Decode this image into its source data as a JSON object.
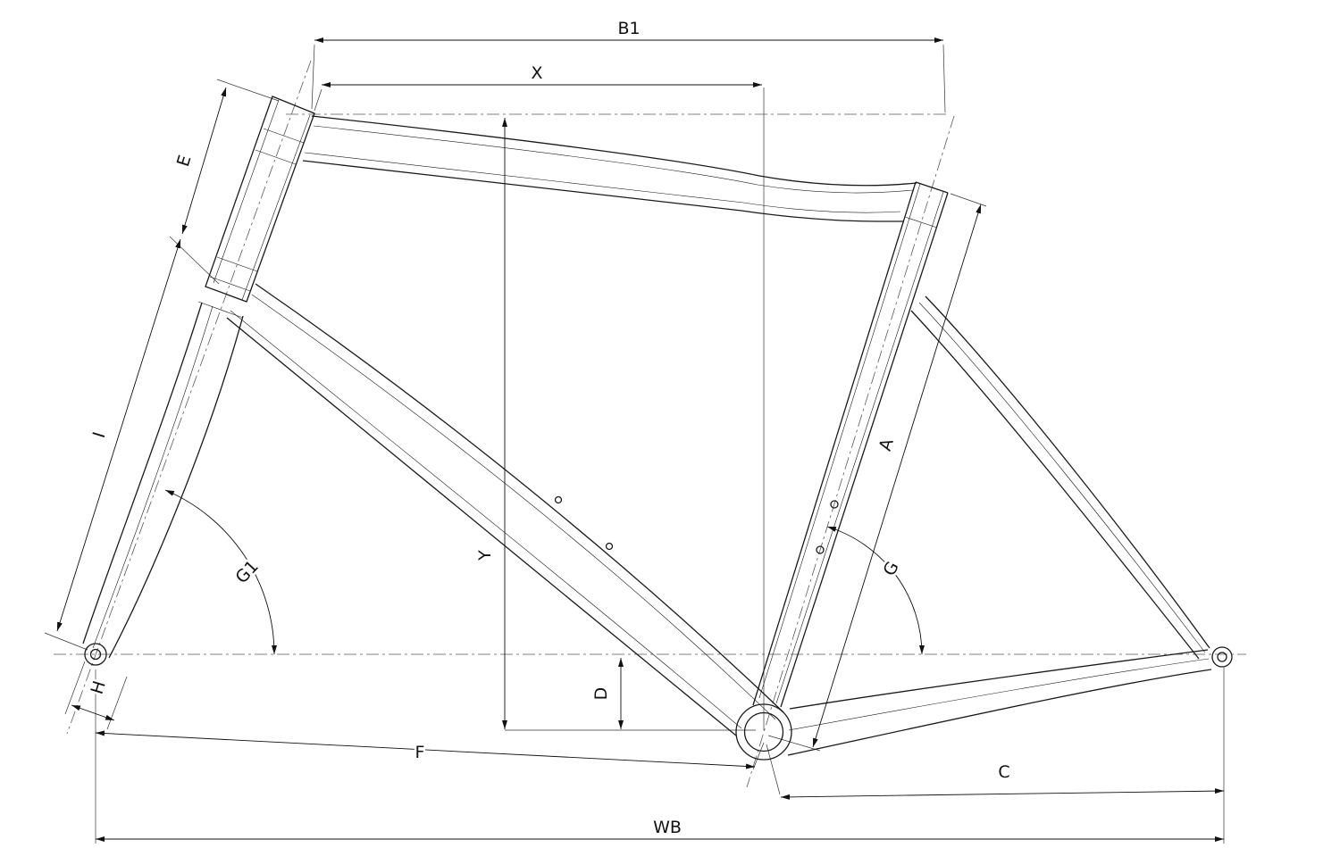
{
  "diagram": {
    "title": "bicycle-frame-geometry-drawing",
    "labels": {
      "b1": "B1",
      "x": "X",
      "y": "Y",
      "e": "E",
      "i": "I",
      "h": "H",
      "g1": "G1",
      "g": "G",
      "a": "A",
      "d": "D",
      "f": "F",
      "wb": "WB",
      "c": "C"
    },
    "colors": {
      "line": "#1a1a1a",
      "dim": "#111111",
      "centerline": "#5a5a5a",
      "background": "#ffffff"
    }
  }
}
